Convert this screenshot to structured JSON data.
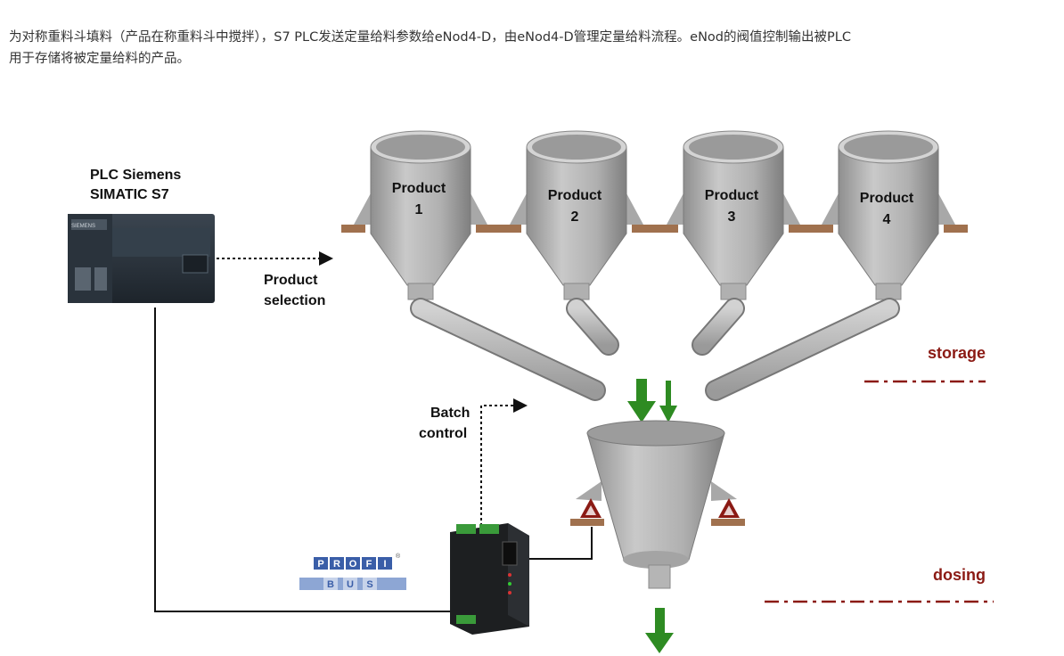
{
  "intro": {
    "line1": "为对称重料斗填料（产品在称重料斗中搅拌），S7 PLC发送定量给料参数给eNod4-D，由eNod4-D管理定量给料流程。eNod的阀值控制输出被PLC",
    "line2": "用于存储将被定量给料的产品。"
  },
  "plc": {
    "name_line1": "PLC Siemens",
    "name_line2": "SIMATIC S7",
    "device_text": "SIEMENS"
  },
  "arrows": {
    "product_selection_line1": "Product",
    "product_selection_line2": "selection",
    "batch_control_line1": "Batch",
    "batch_control_line2": "control"
  },
  "silos": [
    {
      "label": "Product",
      "number": "1"
    },
    {
      "label": "Product",
      "number": "2"
    },
    {
      "label": "Product",
      "number": "3"
    },
    {
      "label": "Product",
      "number": "4"
    }
  ],
  "zones": {
    "storage": "storage",
    "dosing": "dosing"
  },
  "profibus": {
    "top": "PROFI",
    "bottom": "BUS"
  },
  "colors": {
    "silo_gray": "#b4b4b4",
    "bracket_brown": "#a0714e",
    "flow_green": "#2e8b22",
    "zone_red": "#8b1a14",
    "profibus_blue": "#3a5ea8"
  }
}
